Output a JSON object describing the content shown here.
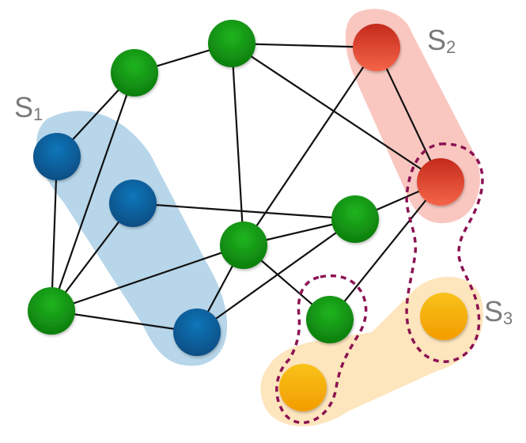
{
  "colors": {
    "green": "#159615",
    "blue": "#0a5f9e",
    "red": "#e4392a",
    "yellow": "#f5a800",
    "blue_region": "#b7d6ea",
    "red_region": "#f9c7c0",
    "yellow_region": "#fde5bd",
    "dashed_outline": "#8c1352",
    "edge": "#111111",
    "label": "#7a7a7a"
  },
  "sets": [
    {
      "id": "s1",
      "label": "S",
      "subscript": "1",
      "color": "blue"
    },
    {
      "id": "s2",
      "label": "S",
      "subscript": "2",
      "color": "red"
    },
    {
      "id": "s3",
      "label": "S",
      "subscript": "3",
      "color": "yellow"
    }
  ],
  "nodes": [
    {
      "id": "g1",
      "color": "green"
    },
    {
      "id": "g2",
      "color": "green"
    },
    {
      "id": "r1",
      "color": "red"
    },
    {
      "id": "r2",
      "color": "red"
    },
    {
      "id": "b1",
      "color": "blue"
    },
    {
      "id": "b2",
      "color": "blue"
    },
    {
      "id": "b3",
      "color": "blue"
    },
    {
      "id": "g3",
      "color": "green"
    },
    {
      "id": "g4",
      "color": "green"
    },
    {
      "id": "g5",
      "color": "green"
    },
    {
      "id": "g6",
      "color": "green"
    },
    {
      "id": "y1",
      "color": "yellow"
    },
    {
      "id": "y2",
      "color": "yellow"
    }
  ],
  "edges": [
    [
      "g1",
      "g2"
    ],
    [
      "g2",
      "r1"
    ],
    [
      "r1",
      "r2"
    ],
    [
      "g2",
      "r2"
    ],
    [
      "g1",
      "b1"
    ],
    [
      "g1",
      "g3"
    ],
    [
      "g2",
      "g5"
    ],
    [
      "b1",
      "g3"
    ],
    [
      "b2",
      "g3"
    ],
    [
      "b2",
      "g4"
    ],
    [
      "g3",
      "b3"
    ],
    [
      "g3",
      "g5"
    ],
    [
      "r1",
      "g5"
    ],
    [
      "r2",
      "g4"
    ],
    [
      "g4",
      "g5"
    ],
    [
      "g5",
      "b3"
    ],
    [
      "g5",
      "g6"
    ],
    [
      "r2",
      "g6"
    ]
  ]
}
